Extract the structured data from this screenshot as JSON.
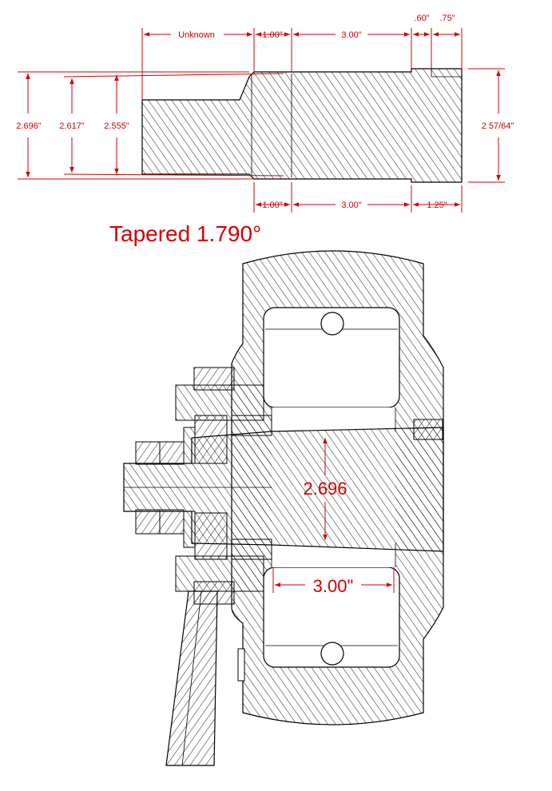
{
  "title": "Tapered 1.790°",
  "top_view": {
    "dims_top": [
      "Unknown",
      "1.00\"",
      "3.00\"",
      ".60\"",
      ".75\""
    ],
    "dims_bottom": [
      "1.00\"",
      "3.00\"",
      "1.25\""
    ],
    "dims_left": [
      "2.696\"",
      "2.617\"",
      "2.555\""
    ],
    "dim_right": "2 57/64\""
  },
  "section_view": {
    "bore_diameter": "2.696",
    "bearing_width": "3.00\""
  },
  "colors": {
    "dimension": "#d40000",
    "line": "#000000",
    "background": "#ffffff"
  }
}
